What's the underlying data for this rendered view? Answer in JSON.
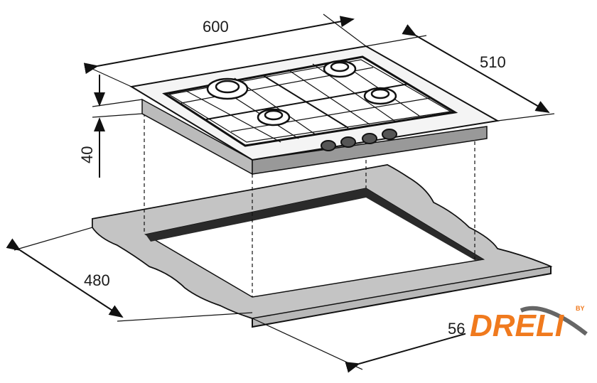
{
  "dimensions": {
    "width": "600",
    "depth": "510",
    "height": "40",
    "cutout_depth": "480",
    "cutout_width": "56"
  },
  "logo": {
    "text": "DRELI",
    "by": "BY",
    "color": "#f07a1e",
    "swoosh_color": "#666666"
  }
}
